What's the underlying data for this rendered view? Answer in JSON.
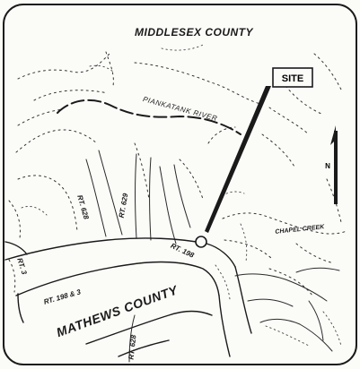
{
  "map": {
    "labels": {
      "county_north": "MIDDLESEX COUNTY",
      "county_south": "MATHEWS COUNTY",
      "river": "PIANKATANK RIVER",
      "creek": "CHAPEL CREEK",
      "site": "SITE",
      "north": "N",
      "rt_628_upper": "RT. 628",
      "rt_629": "RT. 629",
      "rt_198": "RT. 198",
      "rt_3": "RT. 3",
      "rt_198_3": "RT. 198 & 3",
      "rt_628_lower": "RT. 628"
    },
    "colors": {
      "ink": "#1a1a1a",
      "paper": "#fbfbf8"
    }
  }
}
